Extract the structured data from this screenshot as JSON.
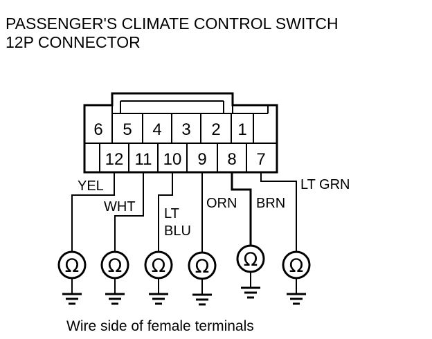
{
  "title_line1": "PASSENGER'S CLIMATE CONTROL SWITCH",
  "title_line2": "12P CONNECTOR",
  "caption": "Wire side of female terminals",
  "ohm_symbol": "Ω",
  "top_row_pins": [
    "6",
    "5",
    "4",
    "3",
    "2",
    "1"
  ],
  "bottom_row_pins": [
    "12",
    "11",
    "10",
    "9",
    "8",
    "7"
  ],
  "wires": [
    {
      "pin": "12",
      "color": "YEL"
    },
    {
      "pin": "11",
      "color": "WHT"
    },
    {
      "pin": "10",
      "color_line1": "LT",
      "color_line2": "BLU"
    },
    {
      "pin": "9",
      "color": "ORN"
    },
    {
      "pin": "8",
      "color": "BRN"
    },
    {
      "pin": "7",
      "color": "LT GRN"
    }
  ]
}
